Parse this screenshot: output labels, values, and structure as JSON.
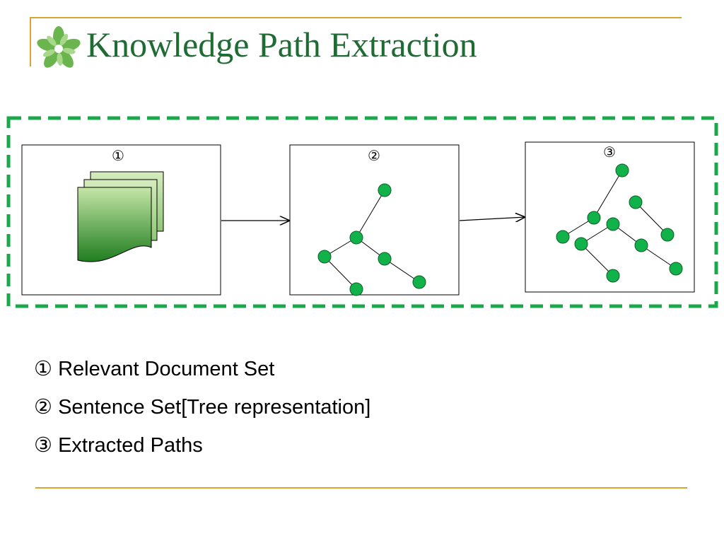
{
  "title": "Knowledge Path Extraction",
  "panels": [
    {
      "marker": "①"
    },
    {
      "marker": "②"
    },
    {
      "marker": "③"
    }
  ],
  "legend": [
    {
      "marker": "①",
      "text": "Relevant Document Set"
    },
    {
      "marker": "②",
      "text": "Sentence Set[Tree representation]"
    },
    {
      "marker": "③",
      "text": "Extracted Paths"
    }
  ],
  "colors": {
    "accent_rule": "#d9a531",
    "title": "#1f6b34",
    "dashed_frame": "#1aa84a",
    "node_fill": "#12b24a",
    "node_stroke": "#0b5e26"
  },
  "icons": {
    "logo": "pinwheel-flower-icon",
    "documents": "document-stack-icon"
  }
}
